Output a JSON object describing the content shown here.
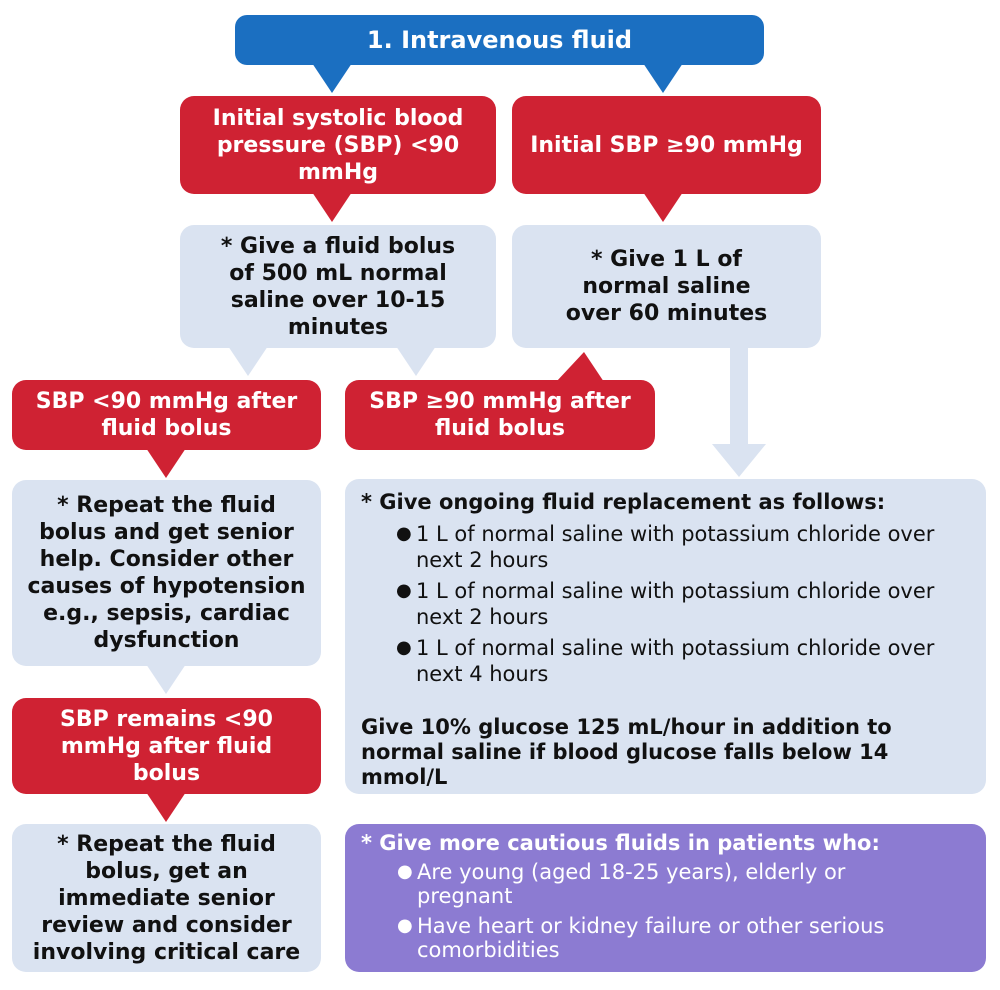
{
  "title": "1. Intravenous fluid",
  "branch_low": {
    "label": "Initial systolic blood pressure (SBP) <90 mmHg"
  },
  "branch_high": {
    "label": "Initial SBP ≥90 mmHg"
  },
  "action_low": "* Give a fluid bolus of 500 mL normal saline over 10-15 minutes",
  "action_high": "* Give 1 L of normal saline over 60 minutes",
  "outcome_still_low": "SBP <90 mmHg after fluid bolus",
  "outcome_recovered": "SBP ≥90 mmHg after fluid bolus",
  "repeat_bolus": "* Repeat the fluid bolus and get senior help. Consider other causes of hypotension e.g., sepsis, cardiac dysfunction",
  "remains_low": "SBP remains <90 mmHg after fluid bolus",
  "critical_care": "* Repeat the fluid bolus, get an immediate senior review and consider involving critical care",
  "ongoing": {
    "heading": "* Give ongoing fluid replacement as follows:",
    "items": [
      "1 L of normal saline with potassium chloride over next 2 hours",
      "1 L of normal saline with potassium chloride over next 2 hours",
      "1 L of normal saline with potassium chloride over next 4 hours"
    ],
    "glucose_note": "Give 10% glucose 125 mL/hour in addition to normal saline if blood glucose falls below 14 mmol/L"
  },
  "cautious": {
    "heading": "* Give more cautious fluids in patients who:",
    "items": [
      "Are young (aged 18-25 years), elderly or pregnant",
      "Have heart or kidney failure or other serious comorbidities"
    ]
  },
  "colors": {
    "blue": "#1b6fc1",
    "red": "#cf2233",
    "pale_blue": "#dae3f1",
    "purple": "#8c7bd2"
  }
}
